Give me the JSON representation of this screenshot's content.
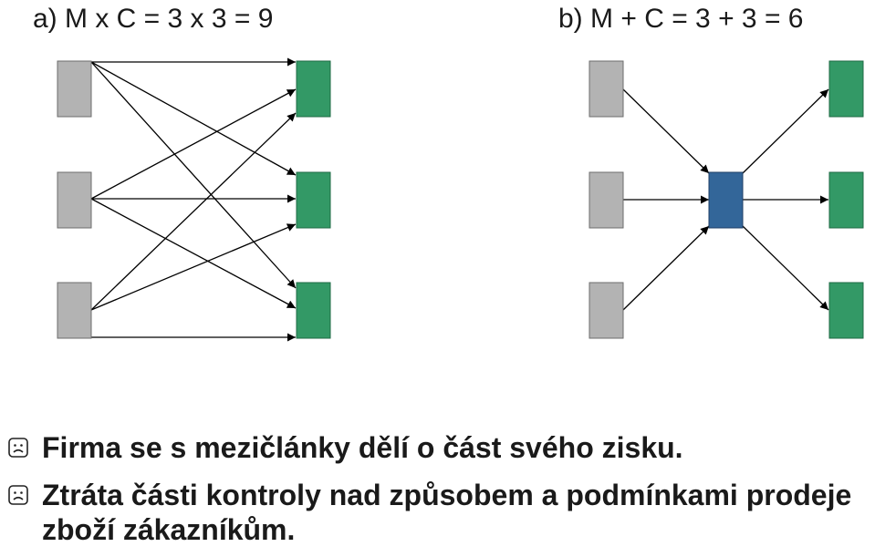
{
  "headings": {
    "a": "a)  M x C = 3 x 3 = 9",
    "b": "b) M +  C = 3 + 3 = 6"
  },
  "colors": {
    "manufacturer": "#b3b3b3",
    "customer": "#339966",
    "intermediary": "#336699",
    "line": "#000000"
  },
  "bullets": [
    {
      "icon": "sad-face-icon",
      "text": "Firma se s mezičlánky dělí o část svého zisku."
    },
    {
      "icon": "sad-face-icon",
      "text": "Ztráta části kontroly nad způsobem a podmínkami prodeje zboží zákazníkům."
    }
  ]
}
